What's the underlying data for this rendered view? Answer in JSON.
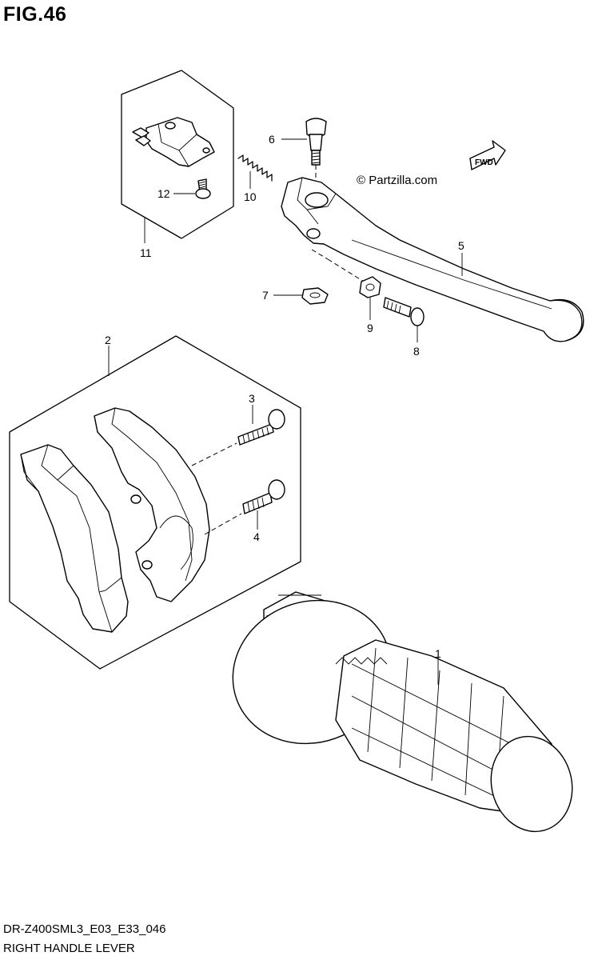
{
  "figure": {
    "title": "FIG.46",
    "model_code": "DR-Z400SML3_E03_E33_046",
    "section_name": "RIGHT HANDLE LEVER",
    "watermark": "© Partzilla.com",
    "fwd_badge": "FWD"
  },
  "callouts": [
    {
      "id": "1",
      "label": "1"
    },
    {
      "id": "2",
      "label": "2"
    },
    {
      "id": "3",
      "label": "3"
    },
    {
      "id": "4",
      "label": "4"
    },
    {
      "id": "5",
      "label": "5"
    },
    {
      "id": "6",
      "label": "6"
    },
    {
      "id": "7",
      "label": "7"
    },
    {
      "id": "8",
      "label": "8"
    },
    {
      "id": "9",
      "label": "9"
    },
    {
      "id": "10",
      "label": "10"
    },
    {
      "id": "11",
      "label": "11"
    },
    {
      "id": "12",
      "label": "12"
    }
  ]
}
